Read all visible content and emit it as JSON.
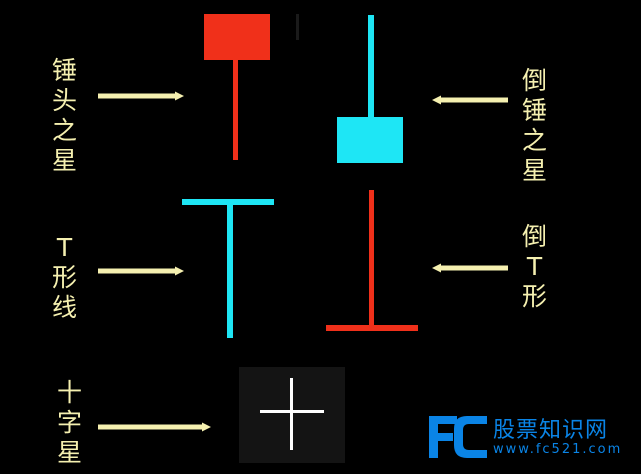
{
  "labels": {
    "hammer": [
      "锤",
      "头",
      "之",
      "星"
    ],
    "inverted_hammer": [
      "倒",
      "锤",
      "之",
      "星"
    ],
    "t_shape": [
      "T",
      "形",
      "线"
    ],
    "inverted_t": [
      "倒",
      "T",
      "形"
    ],
    "doji": [
      "十",
      "字",
      "星"
    ]
  },
  "watermark": {
    "logo_letters": "FC",
    "site_name": "股票知识网",
    "url": "www.fc521.com"
  },
  "colors": {
    "background": "#000000",
    "red": "#f0301a",
    "cyan": "#1ee6f5",
    "white": "#ffffff",
    "arrow": "#f5f0b0",
    "label_text": "#f5f0b0",
    "brand_blue": "#0a84e6"
  }
}
